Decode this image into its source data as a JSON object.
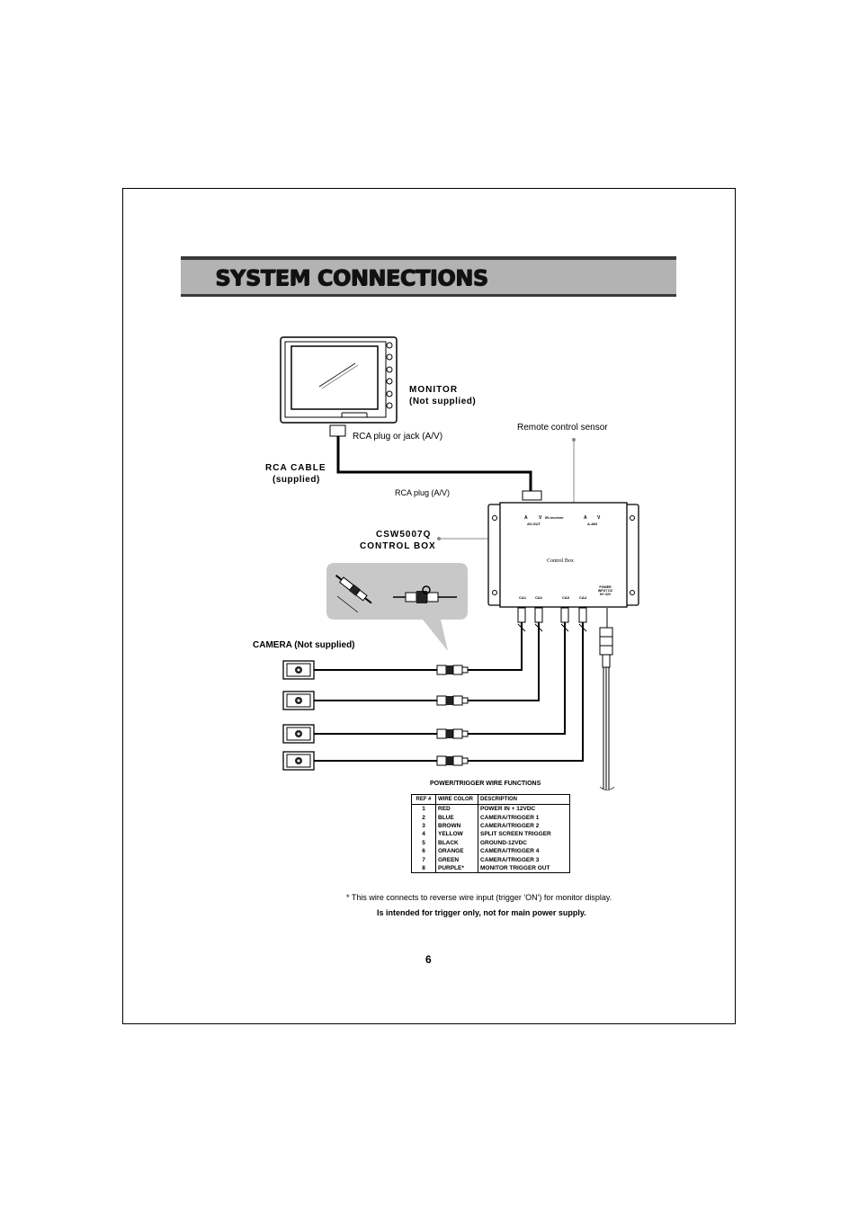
{
  "page": {
    "title": "SYSTEM  CONNECTIONS",
    "page_number": "6"
  },
  "labels": {
    "monitor": "MONITOR",
    "monitor_note": "(Not supplied)",
    "rca_plug_jack": "RCA  plug   or  jack   (A/V)",
    "remote_sensor": "Remote control sensor",
    "rca_cable": "RCA CABLE",
    "rca_cable_note": "(supplied)",
    "rca_plug": "RCA plug (A/V)",
    "control_box_model": "CSW5007Q",
    "control_box": "CONTROL BOX",
    "camera": "CAMERA (Not supplied)",
    "control_box_face": "Control Box",
    "port_a1": "A",
    "port_v1": "V",
    "port_ir": "IR-receiver",
    "port_avout": "AV-OUT",
    "port_a2": "A",
    "port_v2": "V",
    "port_avin": "A-AIN",
    "port_ca1": "CA1",
    "port_ca2": "CA2",
    "port_ca3": "CA3",
    "port_ca4": "CA4",
    "port_power": "POWER INPUT DC 9V~32V"
  },
  "table": {
    "title": "POWER/TRIGGER WIRE FUNCTIONS",
    "headers": [
      "REF #",
      "WIRE COLOR",
      "DESCRIPTION"
    ],
    "rows": [
      [
        "1",
        "RED",
        "POWER IN + 12VDC"
      ],
      [
        "2",
        "BLUE",
        "CAMERA/TRIGGER 1"
      ],
      [
        "3",
        "BROWN",
        "CAMERA/TRIGGER 2"
      ],
      [
        "4",
        "YELLOW",
        "SPLIT SCREEN TRIGGER"
      ],
      [
        "5",
        "BLACK",
        "GROUND-12VDC"
      ],
      [
        "6",
        "ORANGE",
        "CAMERA/TRIGGER 4"
      ],
      [
        "7",
        "GREEN",
        "CAMERA/TRIGGER 3"
      ],
      [
        "8",
        "PURPLE*",
        "MONITOR TRIGGER OUT"
      ]
    ]
  },
  "notes": {
    "footnote": "* This wire connects to reverse wire input (trigger 'ON') for monitor display.",
    "warning": "Is intended for trigger only, not for main power supply."
  },
  "colors": {
    "title_bar": "#b3b3b3",
    "title_border": "#3a3a3a",
    "callout": "#c8c8c8"
  }
}
